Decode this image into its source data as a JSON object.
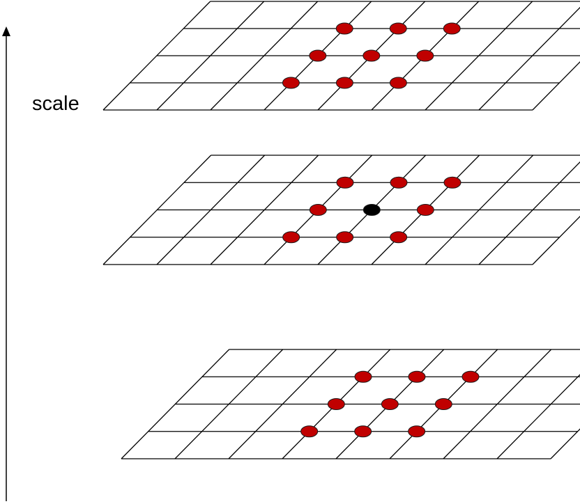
{
  "diagram": {
    "axis_label": "scale",
    "colors": {
      "neighbor_dot": "#c00000",
      "center_dot": "#000000",
      "lines": "#000000"
    },
    "layers": [
      {
        "name": "upper-scale-layer",
        "neighbors": [
          [
            1,
            3
          ],
          [
            2,
            3
          ],
          [
            3,
            3
          ],
          [
            1,
            2
          ],
          [
            2,
            2
          ],
          [
            3,
            2
          ],
          [
            1,
            1
          ],
          [
            2,
            1
          ],
          [
            3,
            1
          ]
        ],
        "center": null
      },
      {
        "name": "current-scale-layer",
        "neighbors": [
          [
            1,
            3
          ],
          [
            2,
            3
          ],
          [
            3,
            3
          ],
          [
            1,
            2
          ],
          [
            3,
            2
          ],
          [
            1,
            1
          ],
          [
            2,
            1
          ],
          [
            3,
            1
          ]
        ],
        "center": [
          2,
          2
        ]
      },
      {
        "name": "lower-scale-layer",
        "neighbors": [
          [
            1,
            3
          ],
          [
            2,
            3
          ],
          [
            3,
            3
          ],
          [
            1,
            2
          ],
          [
            2,
            2
          ],
          [
            3,
            2
          ],
          [
            1,
            1
          ],
          [
            2,
            1
          ],
          [
            3,
            1
          ]
        ],
        "center": null
      }
    ]
  }
}
